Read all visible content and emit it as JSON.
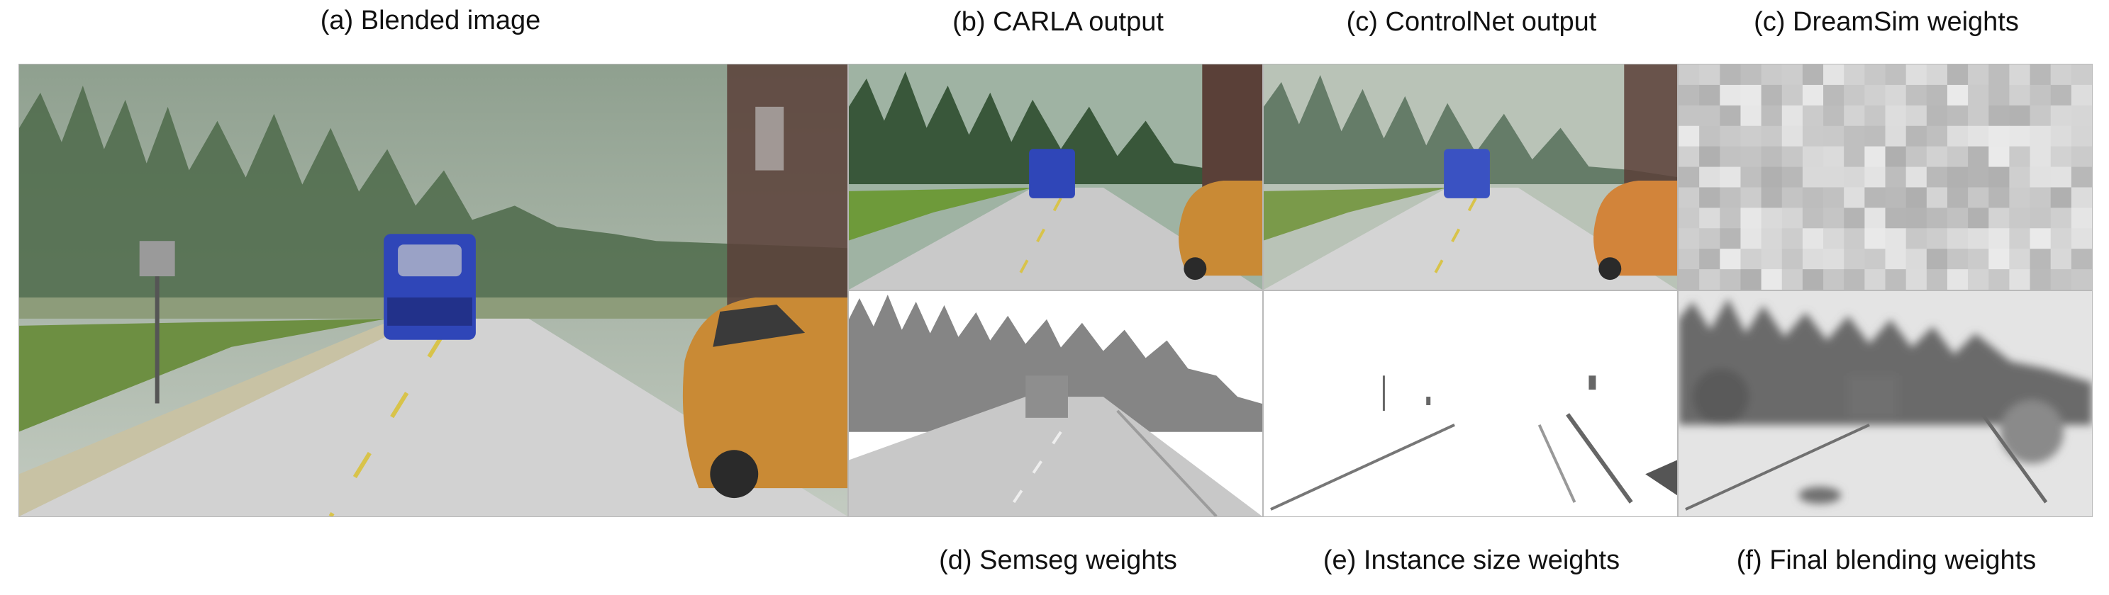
{
  "figure": {
    "captions": {
      "a": "(a) Blended image",
      "b": "(b) CARLA output",
      "c": "(c) ControlNet output",
      "c2": "(c) DreamSim weights",
      "d": "(d) Semseg weights",
      "e": "(e) Instance size weights",
      "f": "(f) Final blending weights"
    },
    "colors": {
      "sky": "#a7b4a6",
      "trees": "#3f5a3d",
      "road": "#cfcfcf",
      "grass": "#6b8f3a",
      "truck": "#2f46b8",
      "car": "#c98a35",
      "semseg_gray": "#858585"
    }
  }
}
